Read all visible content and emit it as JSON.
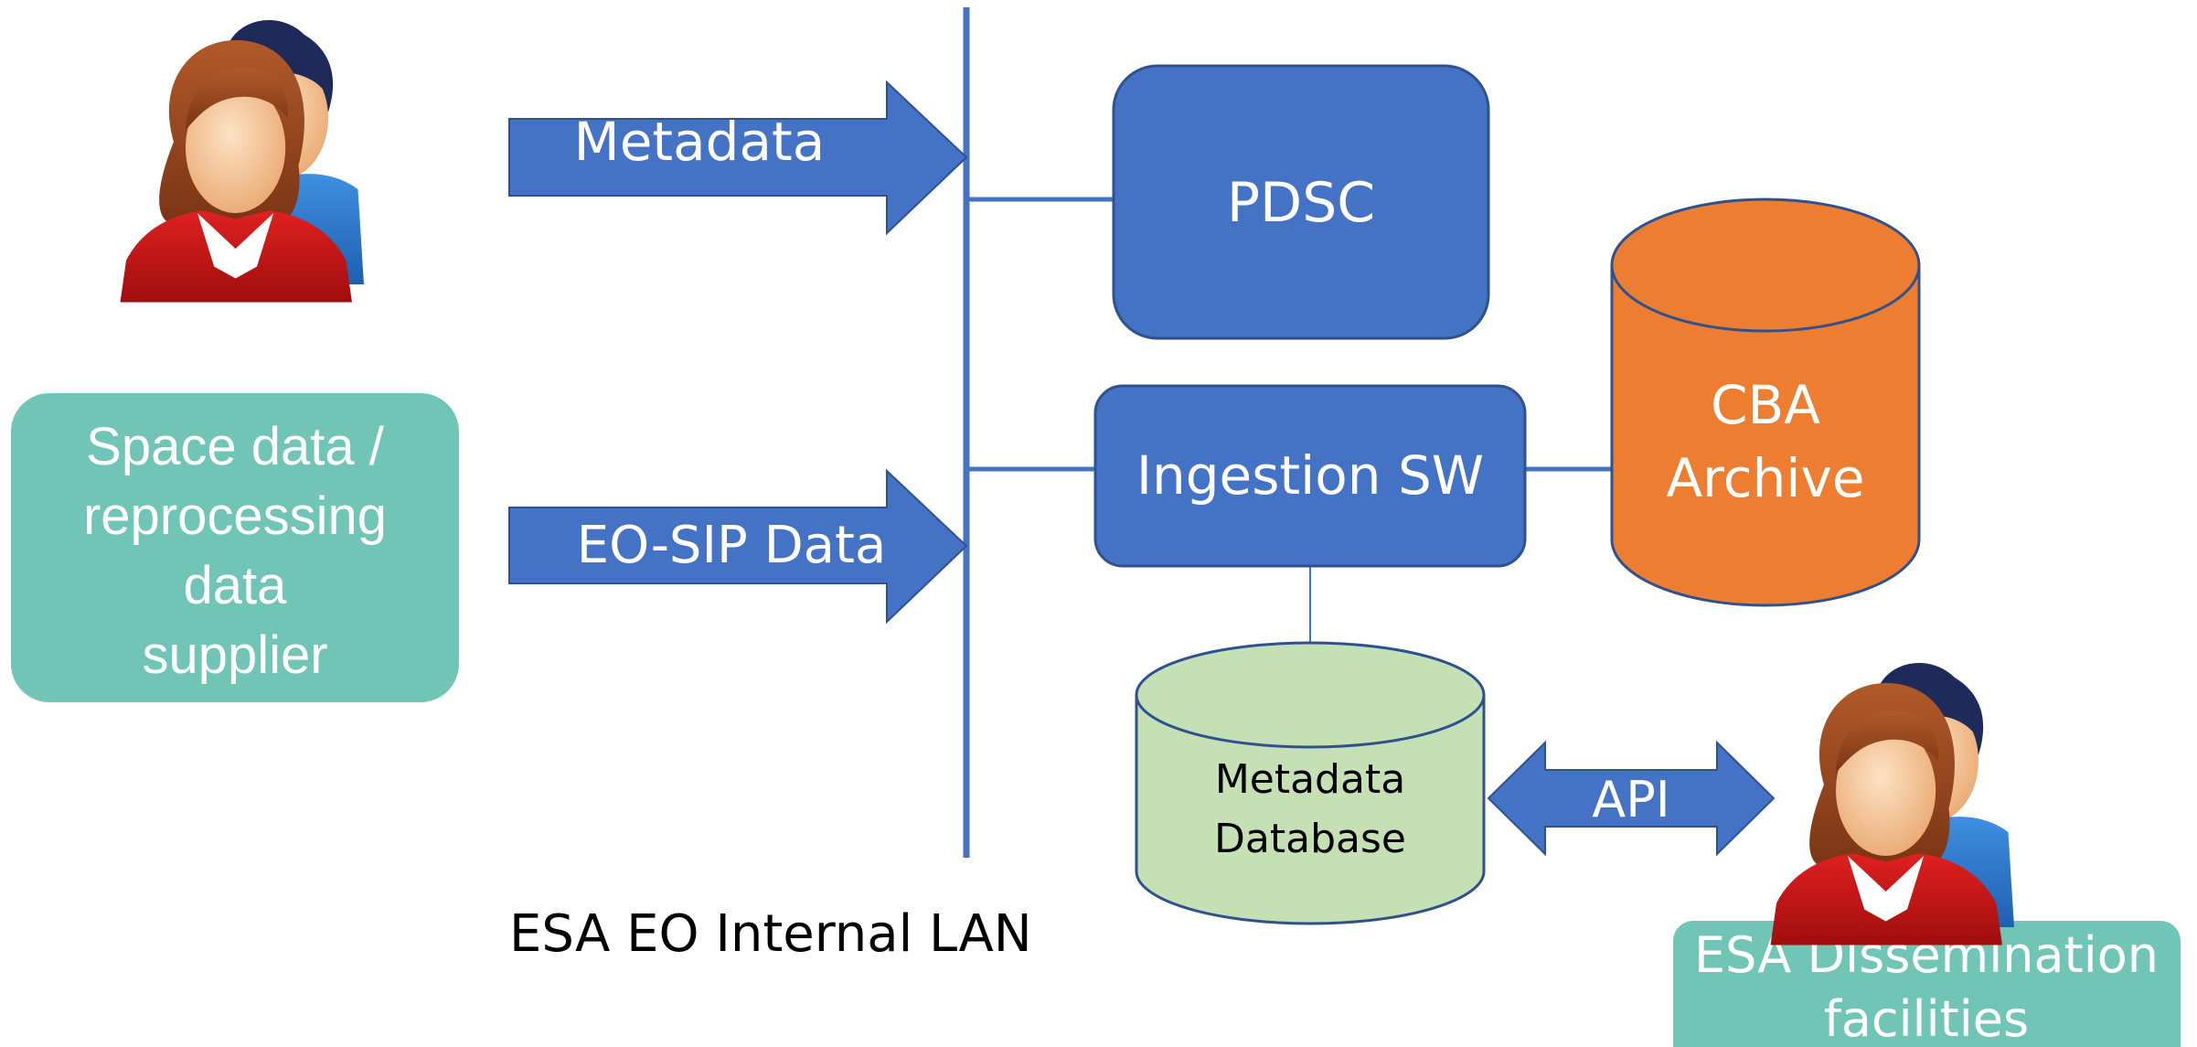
{
  "nodes": {
    "supplier": {
      "lines": [
        "Space data /",
        "reprocessing",
        "data",
        "supplier"
      ]
    },
    "pdsc": {
      "label": "PDSC"
    },
    "ingestion": {
      "label": "Ingestion SW"
    },
    "cba": {
      "lines": [
        "CBA",
        "Archive"
      ]
    },
    "metadata_db": {
      "lines": [
        "Metadata",
        "Database"
      ]
    },
    "dissemination": {
      "lines": [
        "ESA Dissemination",
        "facilities"
      ]
    }
  },
  "arrows": {
    "metadata": {
      "label": "Metadata"
    },
    "eosip": {
      "label": "EO-SIP Data"
    },
    "api": {
      "label": "API"
    }
  },
  "lan": {
    "label": "ESA EO Internal LAN"
  },
  "colors": {
    "blue": "#4472c4",
    "blue_border": "#2f528f",
    "orange": "#ed7d31",
    "orange_border": "#2f528f",
    "green": "#c5e0b4",
    "green_border": "#2f528f",
    "teal": "#70c5b6",
    "text_white": "#ffffff",
    "text_dark": "#000000"
  },
  "icons": [
    "users-icon",
    "users-icon"
  ]
}
